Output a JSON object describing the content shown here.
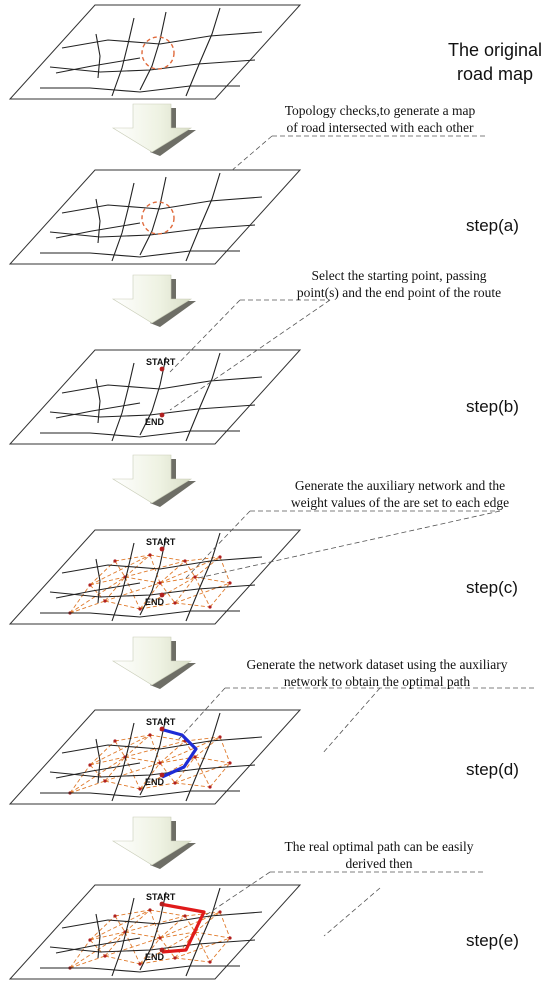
{
  "title": {
    "line1": "The original",
    "line2": "road map"
  },
  "steps": [
    {
      "label": "step(a)",
      "annotation": {
        "line1": "Topology checks,to generate a map",
        "line2": "of road intersected with each other"
      }
    },
    {
      "label": "step(b)",
      "annotation": {
        "line1": "Select the starting point, passing",
        "line2": "point(s) and the end point of the route"
      }
    },
    {
      "label": "step(c)",
      "annotation": {
        "line1": "Generate the auxiliary network  and the",
        "line2": "weight values of the are set to each edge"
      }
    },
    {
      "label": "step(d)",
      "annotation": {
        "line1": "Generate the network dataset using the auxiliary",
        "line2": "network to obtain the optimal path"
      }
    },
    {
      "label": "step(e)",
      "annotation": {
        "line1": "The real optimal path can be easily",
        "line2": "derived then"
      }
    }
  ],
  "markers": {
    "start": "START",
    "end": "END"
  },
  "colors": {
    "plane_stroke": "#333333",
    "road": "#222222",
    "highlight_circle": "#e06a3c",
    "auxiliary_edge": "#e07b2c",
    "optimal_path_auxiliary": "#1d2bd6",
    "optimal_path_real": "#e01a1a",
    "marker_point": "#b02020",
    "arrow_light": "#eef2e2",
    "arrow_dark": "#6e6e66"
  }
}
